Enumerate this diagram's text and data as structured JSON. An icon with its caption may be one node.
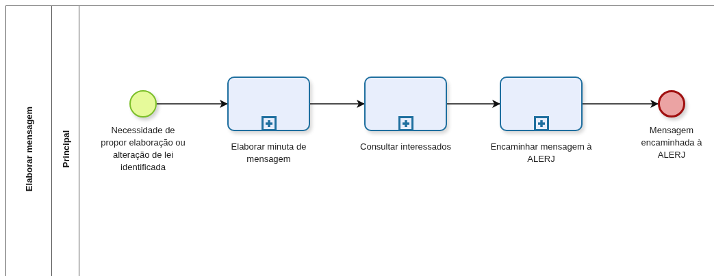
{
  "diagram": {
    "nodes": [
      {
        "text": [
          "Elaborar mensagem"
        ]
      },
      {
        "text": [
          "Principal"
        ],
        "in": 0
      },
      {
        "text": [
          "Necessidade de propor elaboração ou alteração de lei identificada"
        ],
        "in": 1
      },
      {
        "text": [
          "Elaborar minuta de mensagem"
        ],
        "in": 1
      },
      {
        "text": [
          "Consultar interessados"
        ],
        "in": 1
      },
      {
        "text": [
          "Encaminhar mensagem à ALERJ"
        ],
        "in": 1
      },
      {
        "text": [
          "Mensagem encaminhada à ALERJ"
        ],
        "in": 1
      }
    ],
    "edges": [
      {
        "from": 2,
        "to": 3,
        "arrow": "to"
      },
      {
        "from": 3,
        "to": 4,
        "arrow": "to"
      },
      {
        "from": 4,
        "to": 5,
        "arrow": "to"
      },
      {
        "from": 5,
        "to": 6,
        "arrow": "to"
      }
    ]
  }
}
